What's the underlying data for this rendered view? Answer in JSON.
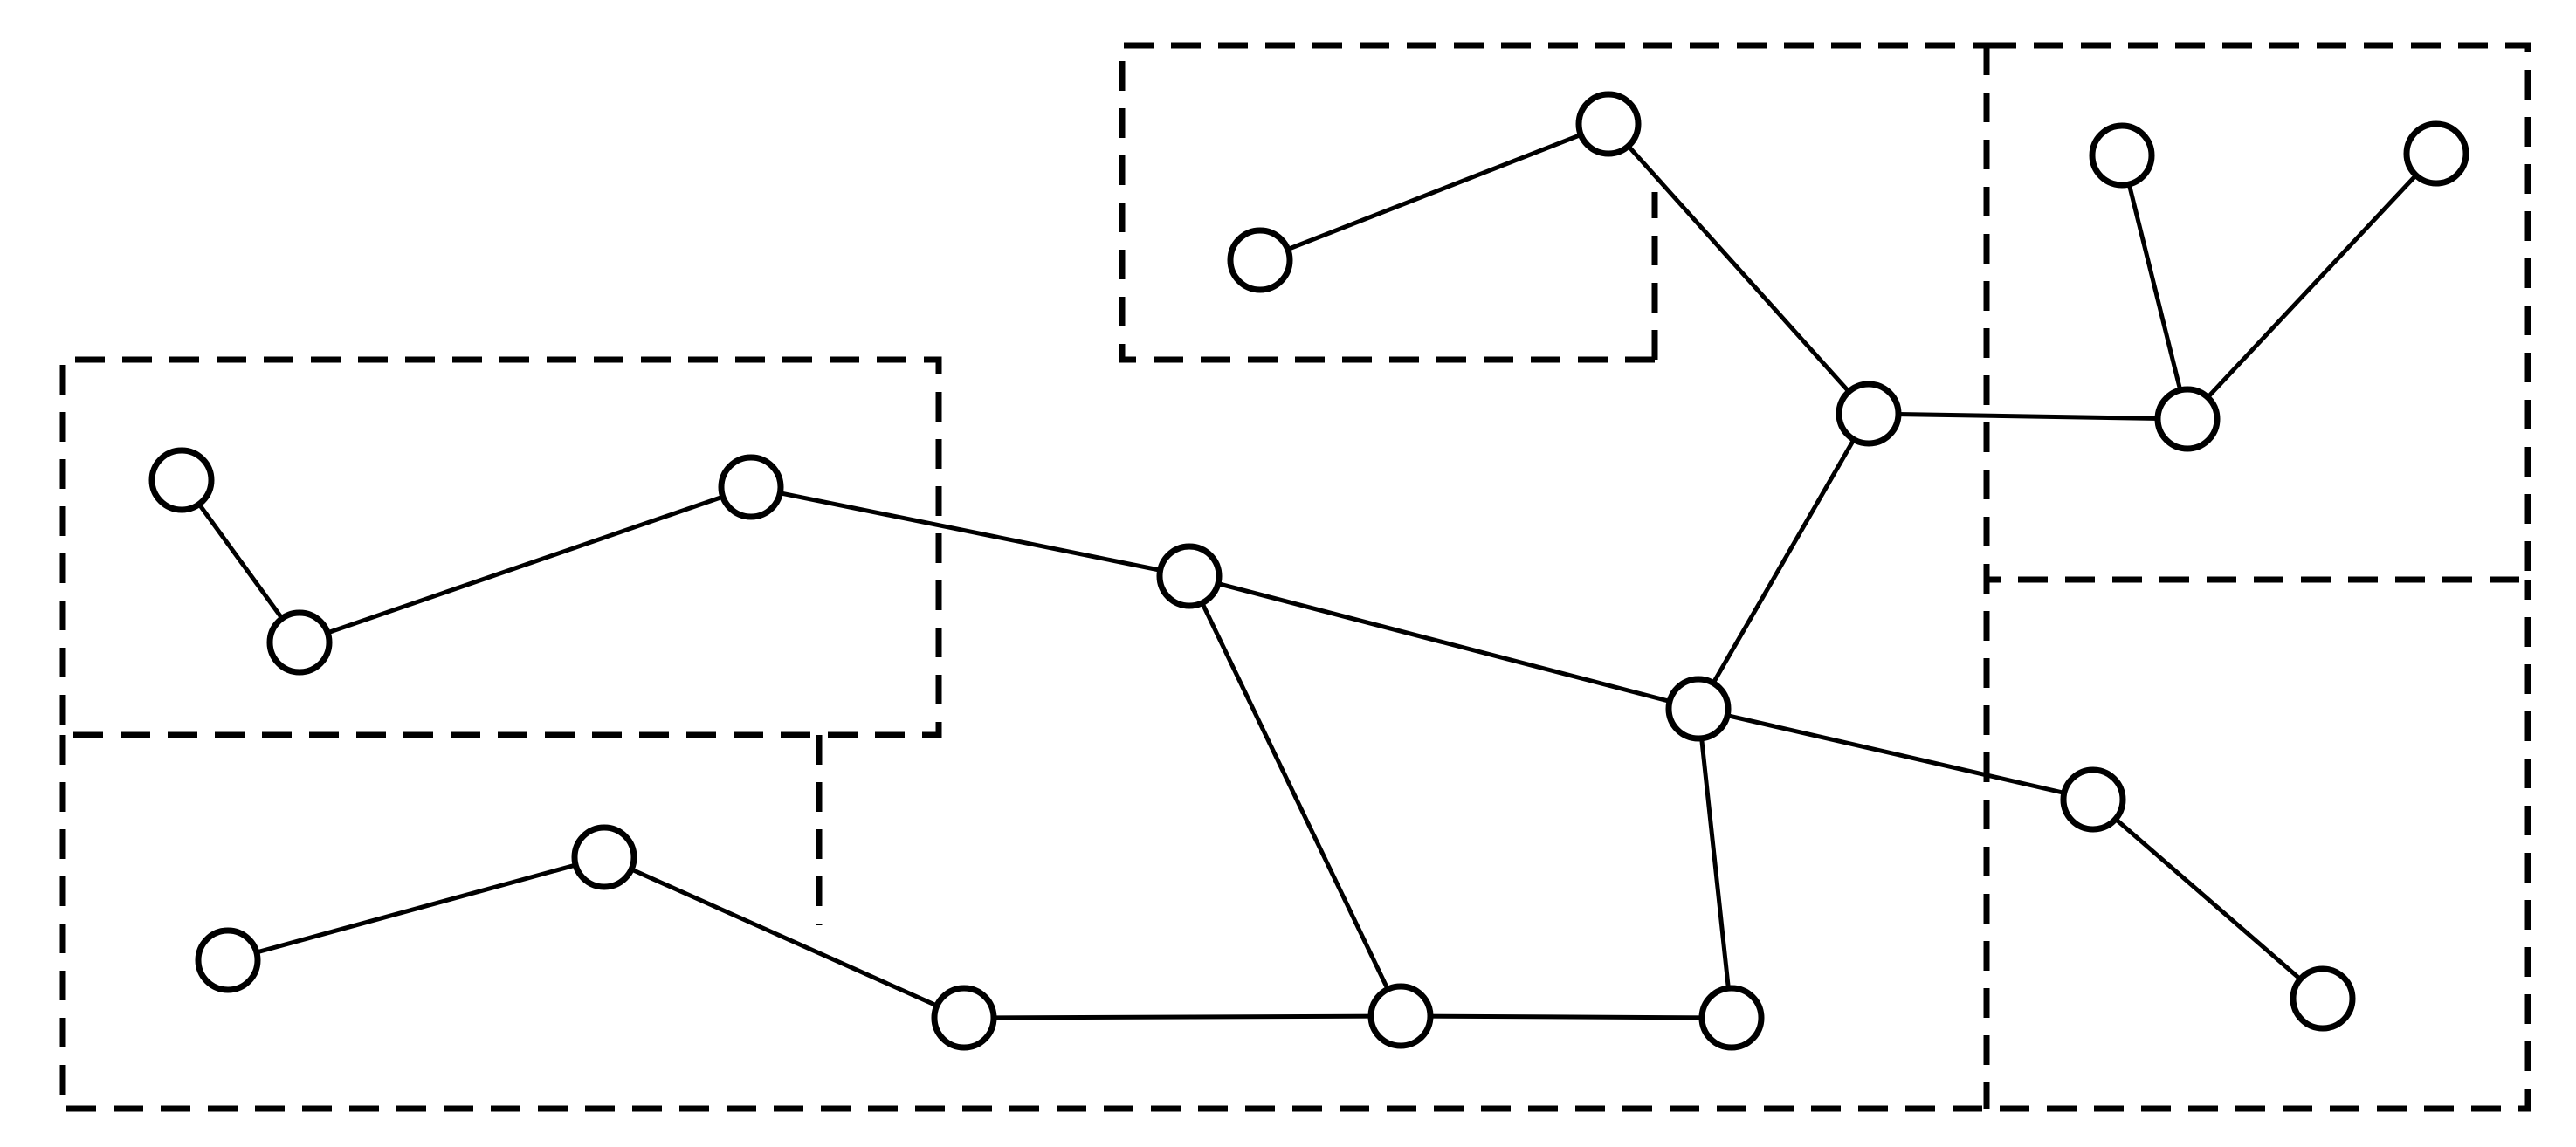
{
  "diagram": {
    "description_visible_text": "",
    "colors": {
      "stroke": "#000000",
      "node_fill": "#ffffff",
      "background": "#ffffff"
    },
    "nodes": [
      "n1",
      "n2",
      "n3",
      "n4",
      "n5",
      "n6",
      "n7",
      "n8",
      "n9",
      "n10",
      "n11",
      "n12",
      "n13",
      "n14",
      "n15",
      "n16",
      "n17",
      "n18",
      "n19",
      "n20"
    ],
    "edges": [
      [
        "n1",
        "n2"
      ],
      [
        "n2",
        "n3"
      ],
      [
        "n3",
        "n4"
      ],
      [
        "n4",
        "n5"
      ],
      [
        "n5",
        "n6"
      ],
      [
        "n7",
        "n8"
      ],
      [
        "n8",
        "n9"
      ],
      [
        "n9",
        "n10"
      ],
      [
        "n10",
        "n11"
      ],
      [
        "n9",
        "n12"
      ],
      [
        "n12",
        "n6"
      ],
      [
        "n12",
        "n14"
      ],
      [
        "n14",
        "n15"
      ],
      [
        "n16",
        "n17"
      ],
      [
        "n17",
        "n18"
      ],
      [
        "n18",
        "n19"
      ],
      [
        "n19",
        "n13"
      ],
      [
        "n19",
        "n20"
      ],
      [
        "n13",
        "n20"
      ]
    ],
    "regions": [
      "top-center-region",
      "top-right-region",
      "left-upper-region",
      "left-lower-region",
      "right-lower-region"
    ]
  }
}
